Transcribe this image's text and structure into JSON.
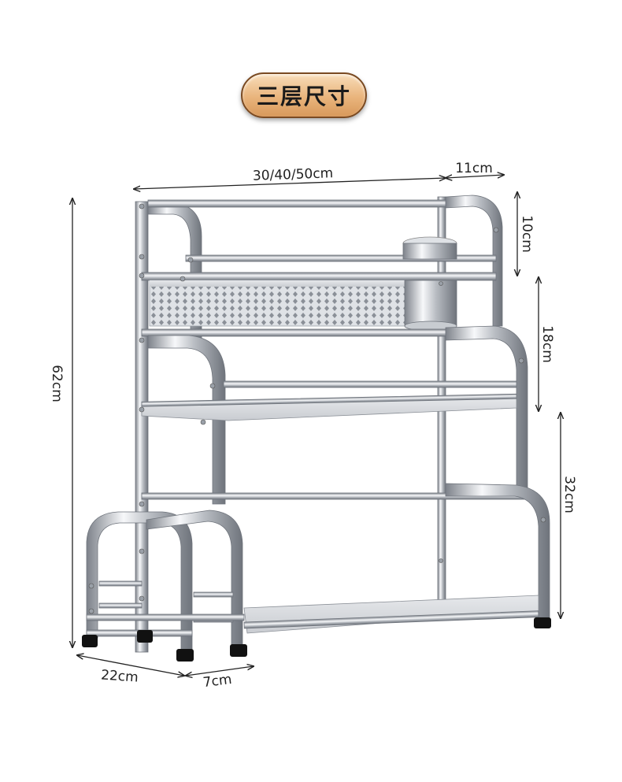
{
  "title_badge": "三层尺寸",
  "dimensions": {
    "width": "30/40/50cm",
    "top_depth": "11cm",
    "top_tier_height": "10cm",
    "middle_tier_height": "18cm",
    "bottom_tier_height": "32cm",
    "total_height": "62cm",
    "base_depth": "22cm",
    "knife_holder_depth": "7cm"
  },
  "colors": {
    "badge_fill": "#e9b47c",
    "badge_border": "#7a4a22",
    "chrome_dark": "#8c9098",
    "chrome_light": "#f4f6f8",
    "foot": "#111111"
  }
}
